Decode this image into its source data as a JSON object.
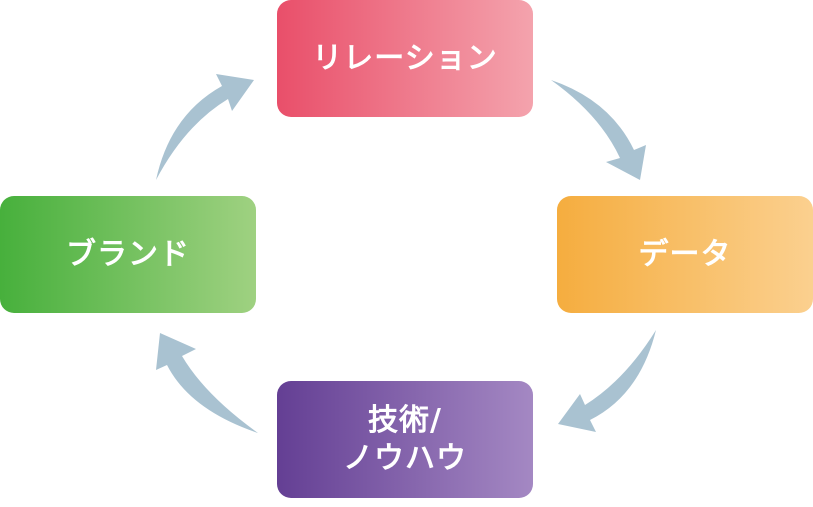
{
  "diagram": {
    "nodes": [
      {
        "id": "relation",
        "label": "リレーション",
        "color_start": "#e94f6a",
        "color_end": "#f4a3ad"
      },
      {
        "id": "data",
        "label": "データ",
        "color_start": "#f5ad3f",
        "color_end": "#fbd08f"
      },
      {
        "id": "tech",
        "label_line1": "技術/",
        "label_line2": "ノウハウ",
        "color_start": "#643f94",
        "color_end": "#a488c3"
      },
      {
        "id": "brand",
        "label": "ブランド",
        "color_start": "#47b03c",
        "color_end": "#9fd181"
      }
    ],
    "arrow_color": "#a9c2d1",
    "edges": [
      {
        "from": "relation",
        "to": "data"
      },
      {
        "from": "data",
        "to": "tech"
      },
      {
        "from": "tech",
        "to": "brand"
      },
      {
        "from": "brand",
        "to": "relation"
      }
    ]
  }
}
